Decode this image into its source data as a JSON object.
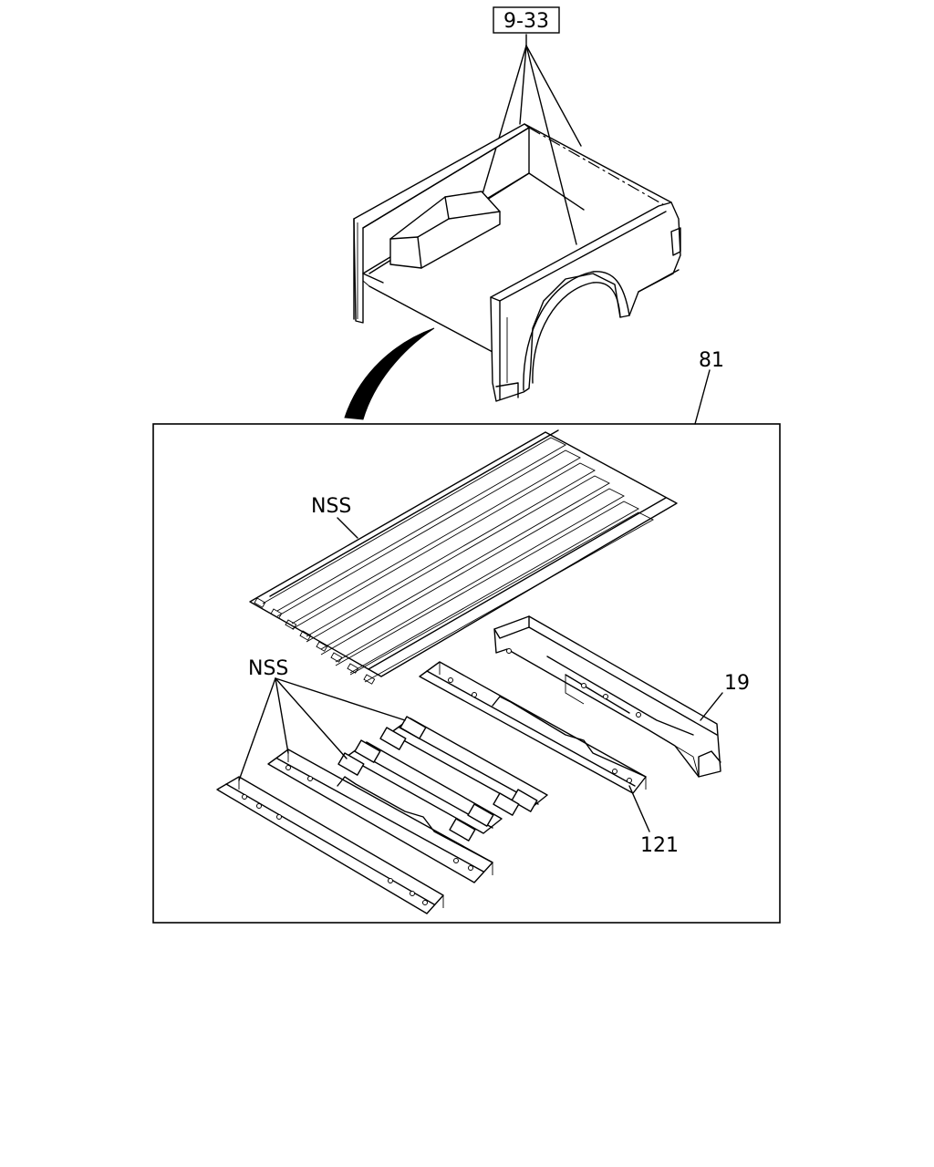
{
  "callouts": {
    "ref_box": "9-33",
    "assembly": "81",
    "bed_floor": "NSS",
    "crossmembers": "NSS",
    "rear_crossmember": "19",
    "front_crossmember": "121"
  }
}
